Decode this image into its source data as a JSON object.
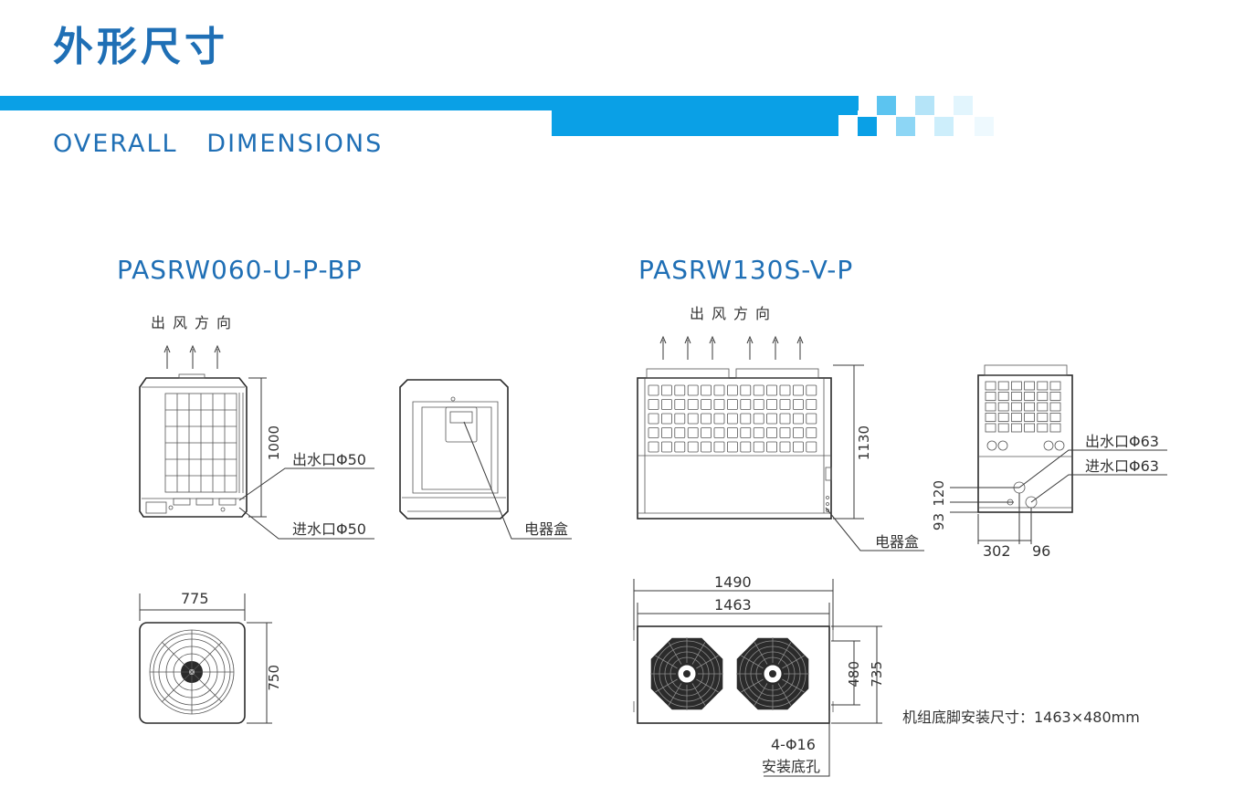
{
  "header": {
    "title_cn": "外形尺寸",
    "title_en": "OVERALL   DIMENSIONS",
    "accent_color": "#0aa0e6",
    "title_color": "#1f6fb5"
  },
  "left_model": {
    "name": "PASRW060-U-P-BP",
    "airflow_label": "出风方向",
    "height_dim": "1000",
    "outlet_label": "出水口Φ50",
    "inlet_label": "进水口Φ50",
    "ebox_label": "电器盒",
    "width_dim": "775",
    "depth_dim": "750"
  },
  "right_model": {
    "name": "PASRW130S-V-P",
    "airflow_label": "出风方向",
    "height_dim": "1130",
    "ebox_label": "电器盒",
    "outlet_label": "出水口Φ63",
    "inlet_label": "进水口Φ63",
    "dim_120": "120",
    "dim_93": "93",
    "dim_302": "302",
    "dim_96": "96",
    "width_outer": "1490",
    "width_inner": "1463",
    "depth_inner": "480",
    "depth_outer": "735",
    "holes_label": "4-Φ16",
    "holes_desc": "安装底孔",
    "mount_note": "机组底脚安装尺寸：1463×480mm"
  }
}
